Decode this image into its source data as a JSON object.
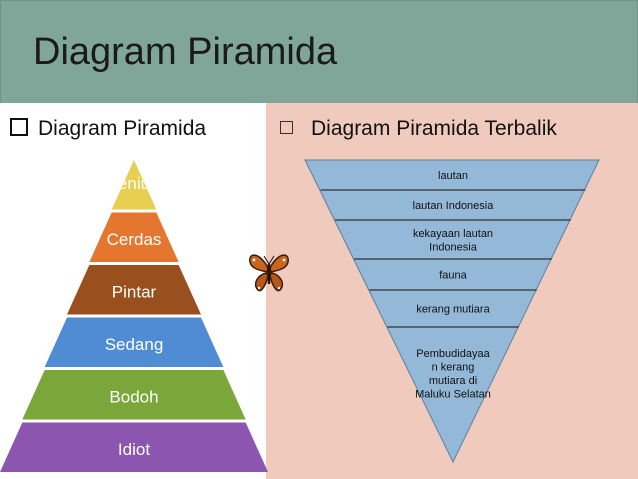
{
  "slide": {
    "title": "Diagram Piramida"
  },
  "left": {
    "heading": "Diagram Piramida",
    "pyramid_levels": [
      {
        "label": "Jenius",
        "color": "#e6cf52"
      },
      {
        "label": "Cerdas",
        "color": "#e5762f"
      },
      {
        "label": "Pintar",
        "color": "#9a4f1f"
      },
      {
        "label": "Sedang",
        "color": "#4f8cd3"
      },
      {
        "label": "Bodoh",
        "color": "#7aa63a"
      },
      {
        "label": "Idiot",
        "color": "#8b55b0"
      }
    ]
  },
  "right": {
    "heading": "Diagram Piramida Terbalik",
    "levels": [
      {
        "lines": [
          "lautan"
        ]
      },
      {
        "lines": [
          "lautan Indonesia"
        ]
      },
      {
        "lines": [
          "kekayaan lautan",
          "Indonesia"
        ]
      },
      {
        "lines": [
          "fauna"
        ]
      },
      {
        "lines": [
          "kerang mutiara"
        ]
      },
      {
        "lines": [
          "Pembudidayaa",
          "n kerang",
          "mutiara di",
          "Maluku Selatan"
        ]
      }
    ]
  },
  "decoration": {
    "icon": "butterfly-icon"
  }
}
